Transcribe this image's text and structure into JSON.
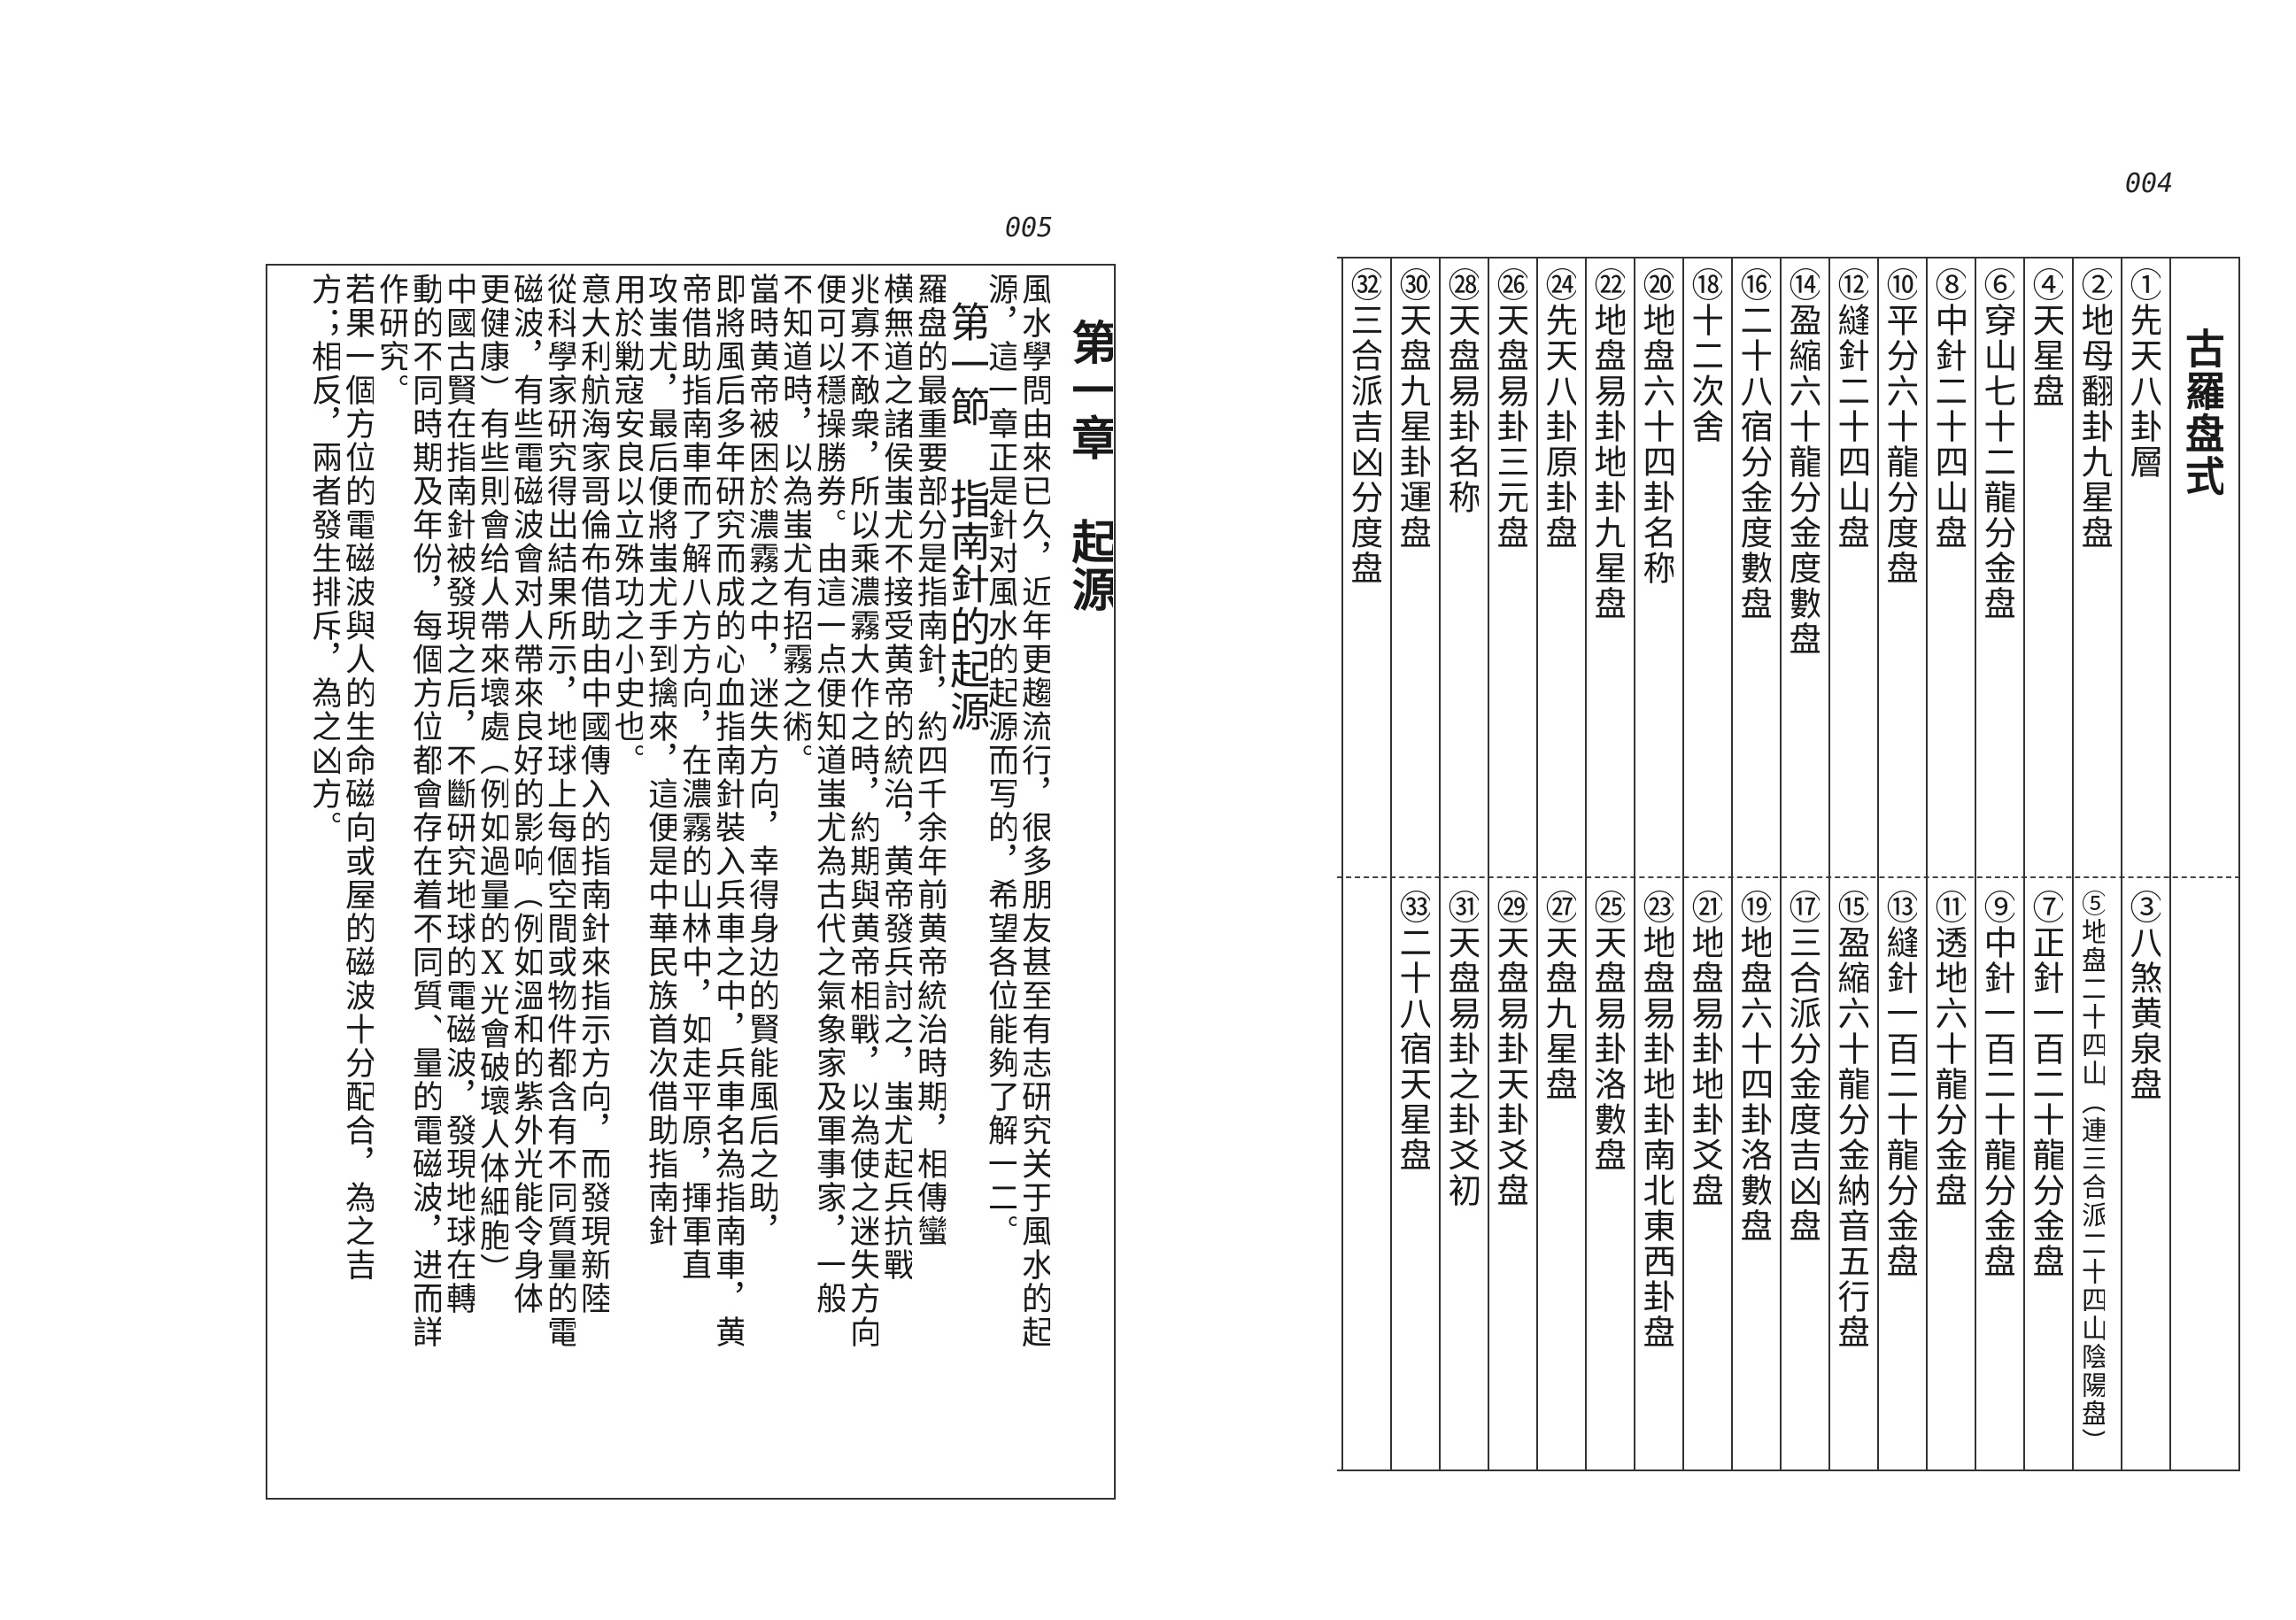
{
  "page_numbers": {
    "left": "005",
    "right": "004"
  },
  "left_page": {
    "chapter_heading": "第一章 起源",
    "section_heading": "第一節 指南針的起源",
    "columns": [
      "風水學問由來已久，近年更趨流行，很多朋友甚至有志研究关于風水的起",
      "源，這一章正是針对風水的起源而写的，希望各位能夠了解一二。",
      "羅盘的最重要部分是指南針，約四千余年前黄帝統治時期，相傳蠻",
      "横無道之諸侯蚩尤不接受黄帝的統治，黄帝發兵討之，蚩尤起兵抗戰",
      "兆寡不敵衆，所以乘濃霧大作之時，約期與黄帝相戰，以為使之迷失方向",
      "便可以穩操勝券。由這一点便知道蚩尤為古代之氣象家及軍事家，一般",
      "不知道時，以為蚩尤有招霧之術。",
      "當時黄帝被困於濃霧之中，迷失方向，幸得身边的賢能風后之助，",
      "即將風后多年研究而成的心血指南針裝入兵車之中，兵車名為指南車，黄",
      "帝借助指南車而了解八方方向，在濃霧的山林中，如走平原，揮軍直",
      "攻蚩尤，最后便將蚩尤手到擒來，這便是中華民族首次借助指南針",
      "用於勦寇安良以立殊功之小史也。",
      "意大利航海家哥倫布借助由中國傳入的指南針來指示方向，而發現新陸",
      "從科學家研究得出結果所示，地球上每個空間或物件都含有不同質量的電",
      "磁波，有些電磁波會对人帶來良好的影响（例如溫和的紫外光能令身体",
      "更健康）有些則會给人帶來壞處（例如過量的X光會破壞人体細胞）",
      "中國古賢在指南針被發現之后，不斷研究地球的電磁波，發現地球在轉",
      "動的不同時期及年份，每個方位都會存在着不同質、量的電磁波，进而詳",
      "作研究。",
      "若果一個方位的電磁波與人的生命磁向或屋的磁波十分配合，為之吉",
      "方；相反，兩者發生排斥，為之凶方。"
    ]
  },
  "right_page": {
    "title": "古羅盘式",
    "upper_row": [
      "①先天八卦層",
      "②地母翻卦九星盘",
      "④天星盘",
      "⑥穿山七十二龍分金盘",
      "⑧中針二十四山盘",
      "⑩平分六十龍分度盘",
      "⑫縫針二十四山盘",
      "⑭盈縮六十龍分金度數盘",
      "⑯二十八宿分金度數盘",
      "⑱十二次舍",
      "⑳地盘六十四卦名称",
      "㉒地盘易卦地卦九星盘",
      "㉔先天八卦原卦盘",
      "㉖天盘易卦三元盘",
      "㉘天盘易卦名称",
      "㉚天盘九星卦運盘",
      "㉜三合派吉凶分度盘"
    ],
    "lower_row": [
      "③八煞黄泉盘",
      "⑤地盘二十四山（連三合派二十四山陰陽盘）",
      "⑦正針一百二十龍分金盘",
      "⑨中針一百二十龍分金盘",
      "⑪透地六十龍分金盘",
      "⑬縫針一百二十龍分金盘",
      "⑮盈縮六十龍分金納音五行盘",
      "⑰三合派分金度吉凶盘",
      "⑲地盘六十四卦洛數盘",
      "㉑地盘易卦地卦爻盘",
      "㉓地盘易卦地卦南北東西卦盘",
      "㉕天盘易卦洛數盘",
      "㉗天盘九星盘",
      "㉙天盘易卦天卦爻盘",
      "㉛天盘易卦之卦爻初",
      "㉝二十八宿天星盘"
    ]
  }
}
